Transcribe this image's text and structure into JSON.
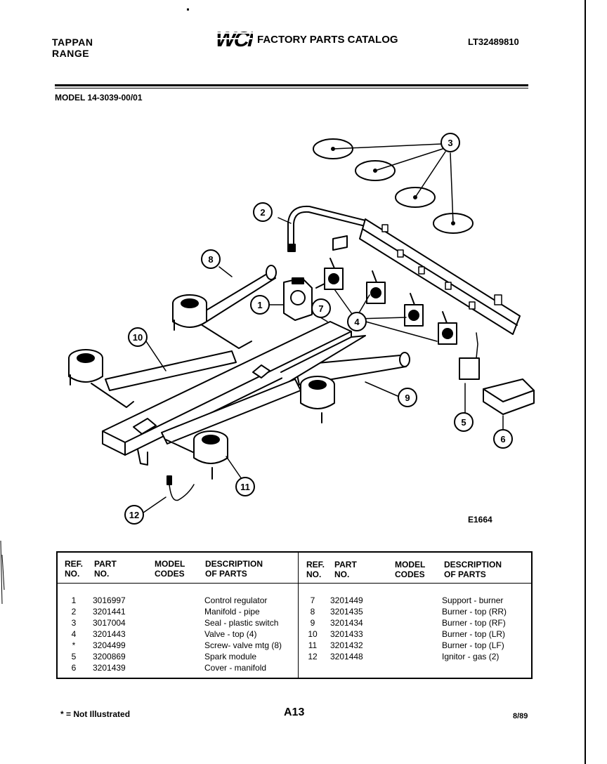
{
  "header": {
    "brand_line1": "TAPPAN",
    "brand_line2": "RANGE",
    "logo_text": "WCI",
    "catalog_title": "FACTORY PARTS CATALOG",
    "catalog_number": "LT32489810",
    "model_line": "MODEL 14-3039-00/01"
  },
  "diagram": {
    "figure_code": "E1664",
    "callouts": [
      "1",
      "2",
      "3",
      "4",
      "5",
      "6",
      "7",
      "8",
      "9",
      "10",
      "11",
      "12"
    ]
  },
  "parts_table": {
    "headers_left": {
      "ref_no": [
        "REF.",
        "NO."
      ],
      "part_no": [
        "PART",
        "NO."
      ],
      "model_codes": [
        "MODEL",
        "CODES"
      ],
      "description": [
        "DESCRIPTION",
        "OF PARTS"
      ]
    },
    "headers_right": {
      "ref_no": [
        "REF.",
        "NO."
      ],
      "part_no": [
        "PART",
        "NO."
      ],
      "model_codes": [
        "MODEL",
        "CODES"
      ],
      "description": [
        "DESCRIPTION",
        "OF PARTS"
      ]
    },
    "left_rows": [
      {
        "ref": "1",
        "part": "3016997",
        "desc": "Control regulator"
      },
      {
        "ref": "2",
        "part": "3201441",
        "desc": "Manifold - pipe"
      },
      {
        "ref": "3",
        "part": "3017004",
        "desc": "Seal - plastic switch"
      },
      {
        "ref": "4",
        "part": "3201443",
        "desc": "Valve - top (4)"
      },
      {
        "ref": "*",
        "part": "3204499",
        "desc": "Screw- valve mtg (8)"
      },
      {
        "ref": "5",
        "part": "3200869",
        "desc": "Spark module"
      },
      {
        "ref": "6",
        "part": "3201439",
        "desc": "Cover - manifold"
      }
    ],
    "right_rows": [
      {
        "ref": "7",
        "part": "3201449",
        "desc": "Support - burner"
      },
      {
        "ref": "8",
        "part": "3201435",
        "desc": "Burner - top (RR)"
      },
      {
        "ref": "9",
        "part": "3201434",
        "desc": "Burner - top (RF)"
      },
      {
        "ref": "10",
        "part": "3201433",
        "desc": "Burner - top (LR)"
      },
      {
        "ref": "11",
        "part": "3201432",
        "desc": "Burner - top (LF)"
      },
      {
        "ref": "12",
        "part": "3201448",
        "desc": "Ignitor - gas (2)"
      }
    ]
  },
  "footer": {
    "footnote": "* = Not Illustrated",
    "page_number": "A13",
    "date": "8/89"
  }
}
